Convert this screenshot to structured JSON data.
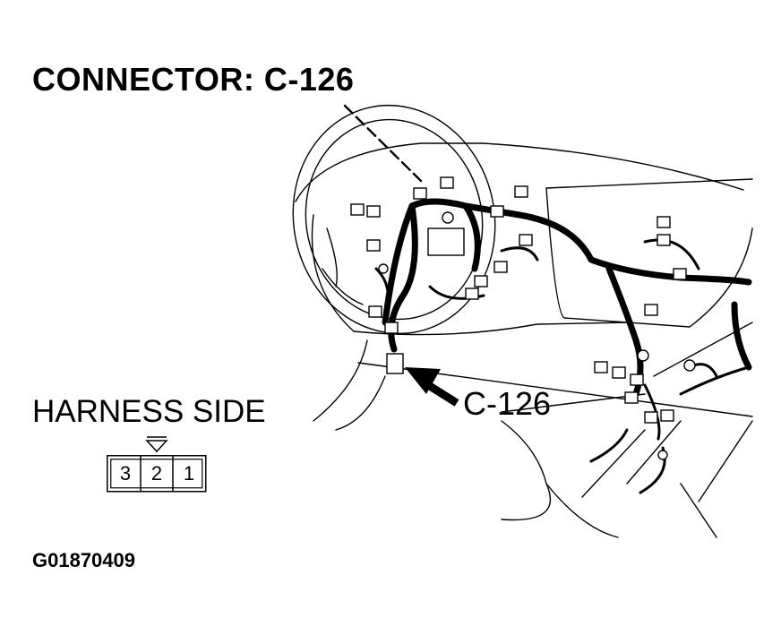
{
  "title": "CONNECTOR: C-126",
  "harness_label": "HARNESS SIDE",
  "callout_label": "C-126",
  "figure_id": "G01870409",
  "connector_pins": [
    "3",
    "2",
    "1"
  ]
}
